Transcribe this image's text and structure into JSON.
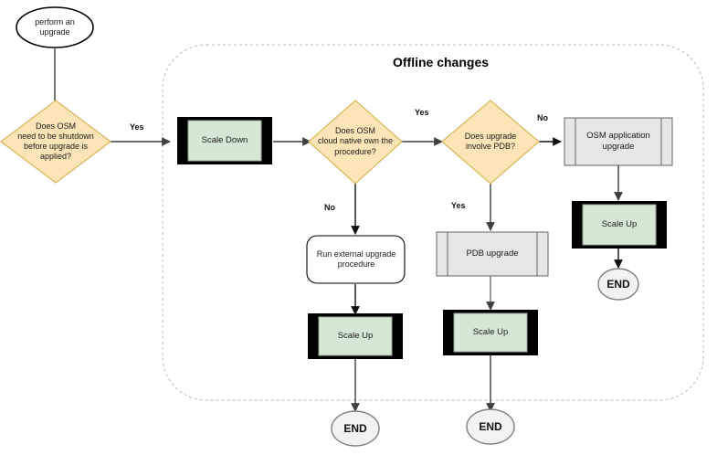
{
  "diagram": {
    "title": "Offline changes",
    "colors": {
      "decision_fill": "#fbe5b6",
      "decision_stroke": "#d6b656",
      "process_green_fill": "#d5e8d4",
      "process_black_bar": "#000000",
      "predefined_fill": "#e6e6e6",
      "predefined_stroke": "#666666",
      "terminator_fill": "#f2f2f2",
      "terminator_stroke": "#808080",
      "edge_stroke": "#3f3f3f",
      "group_dash_stroke": "#b3b3b3",
      "background": "#ffffff"
    },
    "nodes": [
      {
        "id": "start",
        "type": "terminator-ellipse",
        "label": "perform an\nupgrade"
      },
      {
        "id": "decision-shutdown",
        "type": "decision",
        "label": "Does  OSM\nneed to be shutdown\nbefore upgrade is\napplied?"
      },
      {
        "id": "scale-down",
        "type": "process-green",
        "label": "Scale Down"
      },
      {
        "id": "decision-cloud",
        "type": "decision",
        "label": "Does  OSM\ncloud native own the\nprocedure?"
      },
      {
        "id": "decision-pdb",
        "type": "decision",
        "label": "Does upgrade\ninvolve PDB?"
      },
      {
        "id": "osm-app-upgrade",
        "type": "predefined-process",
        "label": "OSM application\nupgrade"
      },
      {
        "id": "scale-up-right",
        "type": "process-green",
        "label": "Scale Up"
      },
      {
        "id": "end-right",
        "type": "terminator-end",
        "label": "END"
      },
      {
        "id": "run-external",
        "type": "rounded-process",
        "label": "Run external  upgrade\nprocedure"
      },
      {
        "id": "scale-up-left",
        "type": "process-green",
        "label": "Scale Up"
      },
      {
        "id": "end-left",
        "type": "terminator-end",
        "label": "END"
      },
      {
        "id": "pdb-upgrade",
        "type": "predefined-process",
        "label": "PDB upgrade"
      },
      {
        "id": "scale-up-mid",
        "type": "process-green",
        "label": "Scale Up"
      },
      {
        "id": "end-mid",
        "type": "terminator-end",
        "label": "END"
      }
    ],
    "edge_labels": [
      {
        "id": "yes-shutdown",
        "label": "Yes"
      },
      {
        "id": "yes-cloud",
        "label": "Yes"
      },
      {
        "id": "no-cloud",
        "label": "No"
      },
      {
        "id": "no-pdb",
        "label": "No"
      },
      {
        "id": "yes-pdb",
        "label": "Yes"
      }
    ],
    "edges": [
      {
        "from": "start",
        "to": "decision-shutdown",
        "label": ""
      },
      {
        "from": "decision-shutdown",
        "to": "scale-down",
        "label": "Yes"
      },
      {
        "from": "scale-down",
        "to": "decision-cloud",
        "label": ""
      },
      {
        "from": "decision-cloud",
        "to": "decision-pdb",
        "label": "Yes"
      },
      {
        "from": "decision-cloud",
        "to": "run-external",
        "label": "No"
      },
      {
        "from": "decision-pdb",
        "to": "osm-app-upgrade",
        "label": "No"
      },
      {
        "from": "decision-pdb",
        "to": "pdb-upgrade",
        "label": "Yes"
      },
      {
        "from": "osm-app-upgrade",
        "to": "scale-up-right",
        "label": ""
      },
      {
        "from": "scale-up-right",
        "to": "end-right",
        "label": ""
      },
      {
        "from": "run-external",
        "to": "scale-up-left",
        "label": ""
      },
      {
        "from": "scale-up-left",
        "to": "end-left",
        "label": ""
      },
      {
        "from": "pdb-upgrade",
        "to": "scale-up-mid",
        "label": ""
      },
      {
        "from": "scale-up-mid",
        "to": "end-mid",
        "label": ""
      }
    ]
  }
}
